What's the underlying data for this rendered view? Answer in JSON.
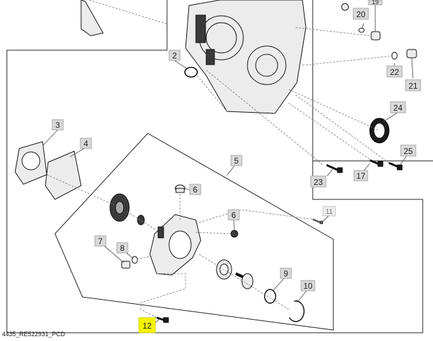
{
  "diagram": {
    "caption": "4435_RE522931_PCD",
    "callouts": [
      {
        "id": "c2",
        "label": "2"
      },
      {
        "id": "c3",
        "label": "3"
      },
      {
        "id": "c4",
        "label": "4"
      },
      {
        "id": "c5",
        "label": "5"
      },
      {
        "id": "c6a",
        "label": "6"
      },
      {
        "id": "c6b",
        "label": "6"
      },
      {
        "id": "c7",
        "label": "7"
      },
      {
        "id": "c8",
        "label": "8"
      },
      {
        "id": "c9",
        "label": "9"
      },
      {
        "id": "c10",
        "label": "10"
      },
      {
        "id": "c11",
        "label": "11"
      },
      {
        "id": "c12",
        "label": "12",
        "highlight": true
      },
      {
        "id": "c17",
        "label": "17"
      },
      {
        "id": "c19",
        "label": "19"
      },
      {
        "id": "c20",
        "label": "20"
      },
      {
        "id": "c21",
        "label": "21"
      },
      {
        "id": "c22",
        "label": "22"
      },
      {
        "id": "c23",
        "label": "23"
      },
      {
        "id": "c24",
        "label": "24"
      },
      {
        "id": "c25",
        "label": "25"
      }
    ],
    "highlight_color": "#f4f400"
  }
}
